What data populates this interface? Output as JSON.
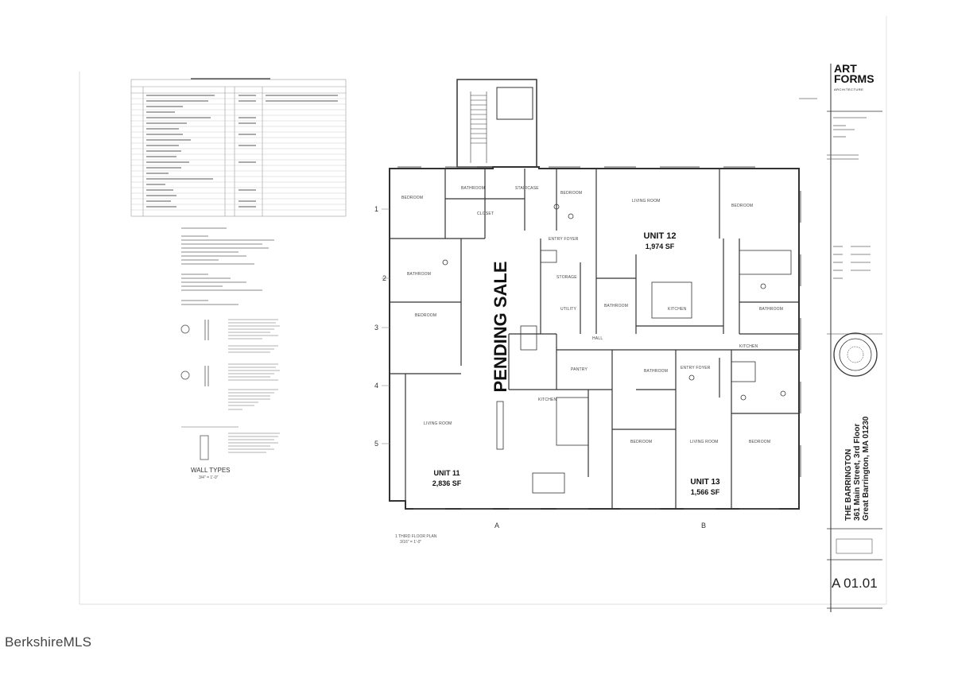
{
  "document": {
    "pending_label": "PENDING SALE",
    "units": [
      {
        "name": "UNIT 12",
        "area": "1,974 SF"
      },
      {
        "name": "UNIT 11",
        "area": "2,836 SF"
      },
      {
        "name": "UNIT 13",
        "area": "1,566 SF"
      }
    ],
    "grid_rows": [
      "1",
      "2",
      "3",
      "4",
      "5"
    ],
    "grid_cols": [
      "A",
      "B"
    ],
    "rooms": [
      "BEDROOM",
      "BATHROOM",
      "CLOSET",
      "STAIRCASE",
      "BEDROOM",
      "ENTRY FOYER",
      "LIVING ROOM",
      "BEDROOM",
      "BATHROOM",
      "STORAGE",
      "KITCHEN",
      "BATHROOM",
      "BEDROOM",
      "KITCHEN",
      "ENTRY FOYER",
      "KITCHEN",
      "BATHROOM",
      "LIVING ROOM",
      "BEDROOM",
      "LIVING ROOM",
      "BEDROOM",
      "PANTRY",
      "BATHROOM",
      "UTILITY",
      "HALL"
    ],
    "wall_types_label": "WALL TYPES",
    "wall_types_scale": "3/4\" = 1'-0\"",
    "plan_label": "1  THIRD FLOOR PLAN",
    "plan_scale": "3/16\" = 1'-0\"",
    "firm_name_line1": "ART",
    "firm_name_line2": "FORMS",
    "firm_sub": "ARCHITECTURE",
    "project_line1": "THE BARRINGTON",
    "project_line2": "361 Main Street, 3rd Floor",
    "project_line3": "Great Barrington, MA 01230",
    "sheet_number": "A 01.01",
    "watermark": "BerkshireMLS"
  }
}
